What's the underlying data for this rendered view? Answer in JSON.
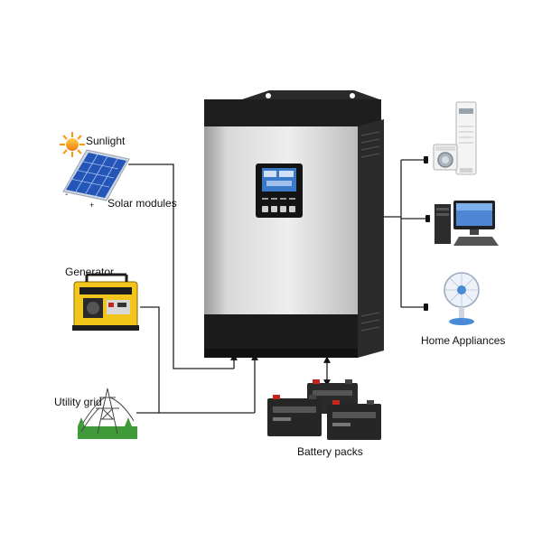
{
  "labels": {
    "sunlight": "Sunlight",
    "solar_modules": "Solar modules",
    "generator": "Generator",
    "utility_grid": "Utility grid",
    "home_appliances": "Home Appliances",
    "battery_packs": "Battery packs"
  },
  "icons": [
    "sun-icon",
    "solar-panel-icon",
    "generator-icon",
    "pylon-icon",
    "inverter-icon",
    "air-conditioner-icon",
    "washing-machine-icon",
    "computer-icon",
    "fan-icon",
    "battery-icon"
  ],
  "colors": {
    "wire": "#222222",
    "inverter_body": "#d4d4d4",
    "inverter_dark": "#1e1e1e",
    "lcd": "#3a78c8",
    "solar_cell": "#2456b8",
    "generator_yellow": "#f2c51b",
    "battery": "#2a2a2a",
    "grass": "#3f9b3a"
  }
}
